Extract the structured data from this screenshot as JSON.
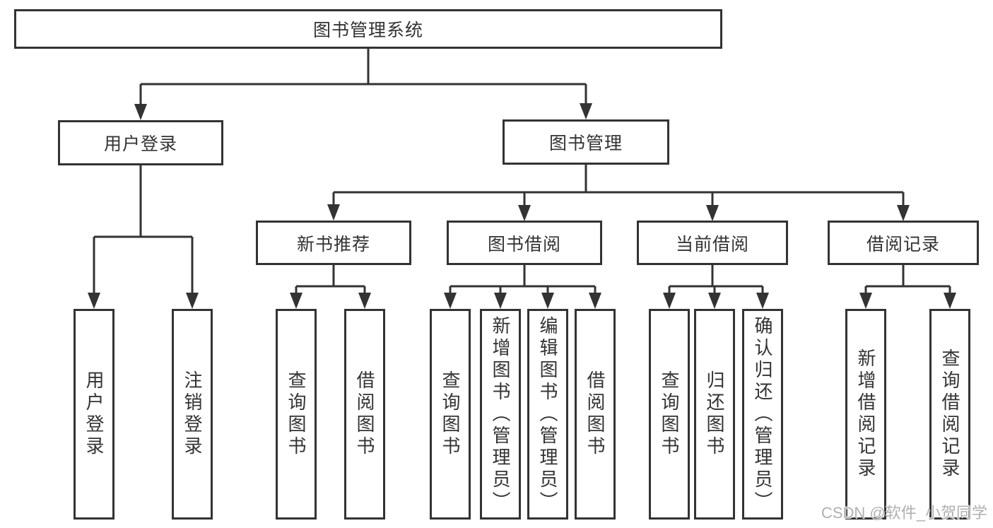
{
  "diagram": {
    "colors": {
      "line": "#333333",
      "text": "#333333",
      "watermark": "#b0b0b0",
      "background": "#ffffff"
    },
    "watermark": "CSDN @软件_小贺同学",
    "tree": {
      "root": {
        "label": "图书管理系统",
        "children": [
          {
            "label": "用户登录",
            "children": [
              {
                "label": "用户登录"
              },
              {
                "label": "注销登录"
              }
            ]
          },
          {
            "label": "图书管理",
            "children": [
              {
                "label": "新书推荐",
                "children": [
                  {
                    "label": "查询图书"
                  },
                  {
                    "label": "借阅图书"
                  }
                ]
              },
              {
                "label": "图书借阅",
                "children": [
                  {
                    "label": "查询图书"
                  },
                  {
                    "label": "新增图书（管理员）"
                  },
                  {
                    "label": "编辑图书（管理员）"
                  },
                  {
                    "label": "借阅图书"
                  }
                ]
              },
              {
                "label": "当前借阅",
                "children": [
                  {
                    "label": "查询图书"
                  },
                  {
                    "label": "归还图书"
                  },
                  {
                    "label": "确认归还（管理员）"
                  }
                ]
              },
              {
                "label": "借阅记录",
                "children": [
                  {
                    "label": "新增借阅记录"
                  },
                  {
                    "label": "查询借阅记录"
                  }
                ]
              }
            ]
          }
        ]
      }
    }
  }
}
